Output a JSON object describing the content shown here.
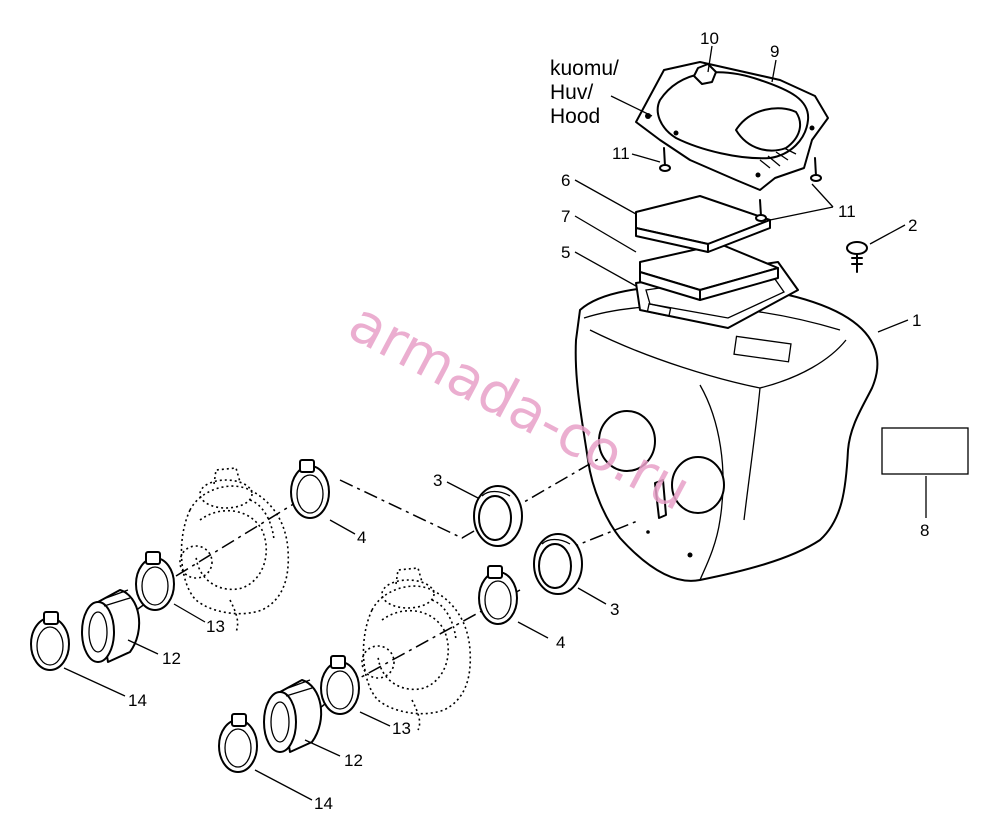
{
  "labels": {
    "p1": "1",
    "p2": "2",
    "p3a": "3",
    "p3b": "3",
    "p4a": "4",
    "p4b": "4",
    "p5": "5",
    "p6": "6",
    "p7": "7",
    "p8": "8",
    "p9": "9",
    "p10": "10",
    "p11a": "11",
    "p11b": "11",
    "p12a": "12",
    "p12b": "12",
    "p13a": "13",
    "p13b": "13",
    "p14a": "14",
    "p14b": "14"
  },
  "hood_label": [
    "kuomu/",
    "Huv/",
    "Hood"
  ],
  "watermark": "armada-co.ru"
}
